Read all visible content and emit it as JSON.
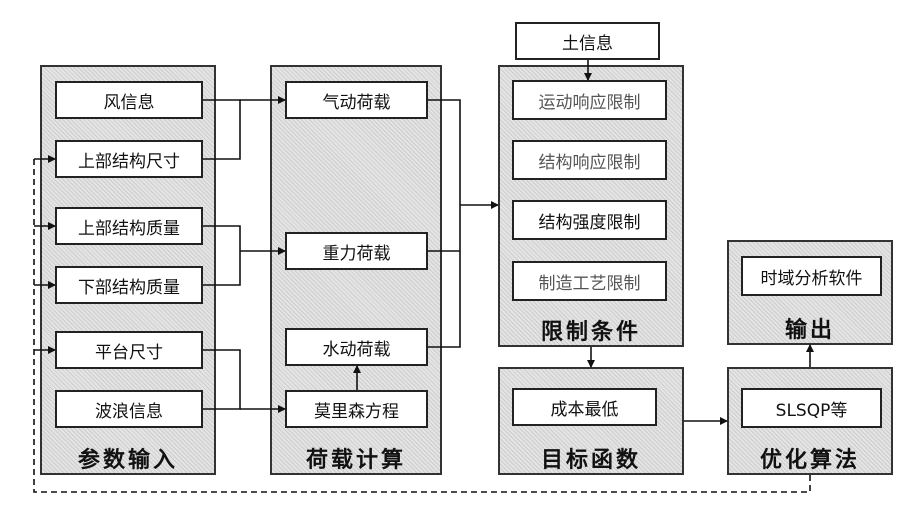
{
  "input_panel": {
    "title": "参数输入",
    "items": [
      "风信息",
      "上部结构尺寸",
      "上部结构质量",
      "下部结构质量",
      "平台尺寸",
      "波浪信息"
    ]
  },
  "load_panel": {
    "title": "荷载计算",
    "items": [
      "气动荷载",
      "重力荷载",
      "水动荷载",
      "莫里森方程"
    ]
  },
  "soil_info": "土信息",
  "constraint_panel": {
    "title": "限制条件",
    "items": [
      "运动响应限制",
      "结构响应限制",
      "结构强度限制",
      "制造工艺限制"
    ]
  },
  "objective_panel": {
    "title": "目标函数",
    "items": [
      "成本最低"
    ]
  },
  "output_panel": {
    "title": "输出",
    "items": [
      "时域分析软件"
    ]
  },
  "algorithm_panel": {
    "title": "优化算法",
    "items": [
      "SLSQP等"
    ]
  }
}
